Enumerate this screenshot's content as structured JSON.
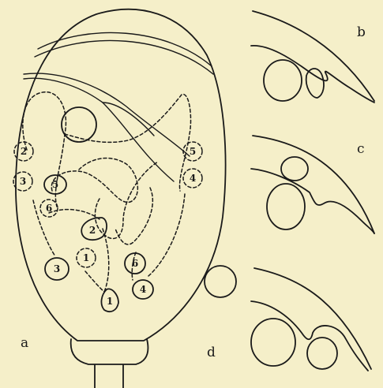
{
  "figure_labels": {
    "a": "a",
    "b": "b",
    "c": "c",
    "d": "d"
  },
  "solid_cells": [
    {
      "id": "1",
      "label": "1"
    },
    {
      "id": "2",
      "label": "2"
    },
    {
      "id": "3",
      "label": "3"
    },
    {
      "id": "4",
      "label": "4"
    },
    {
      "id": "5",
      "label": "5"
    },
    {
      "id": "6",
      "label": "6"
    }
  ],
  "dashed_cells": [
    {
      "id": "1",
      "label": "1"
    },
    {
      "id": "2",
      "label": "2"
    },
    {
      "id": "3",
      "label": "3"
    },
    {
      "id": "4",
      "label": "4"
    },
    {
      "id": "5",
      "label": "5"
    },
    {
      "id": "6",
      "label": "6"
    }
  ]
}
